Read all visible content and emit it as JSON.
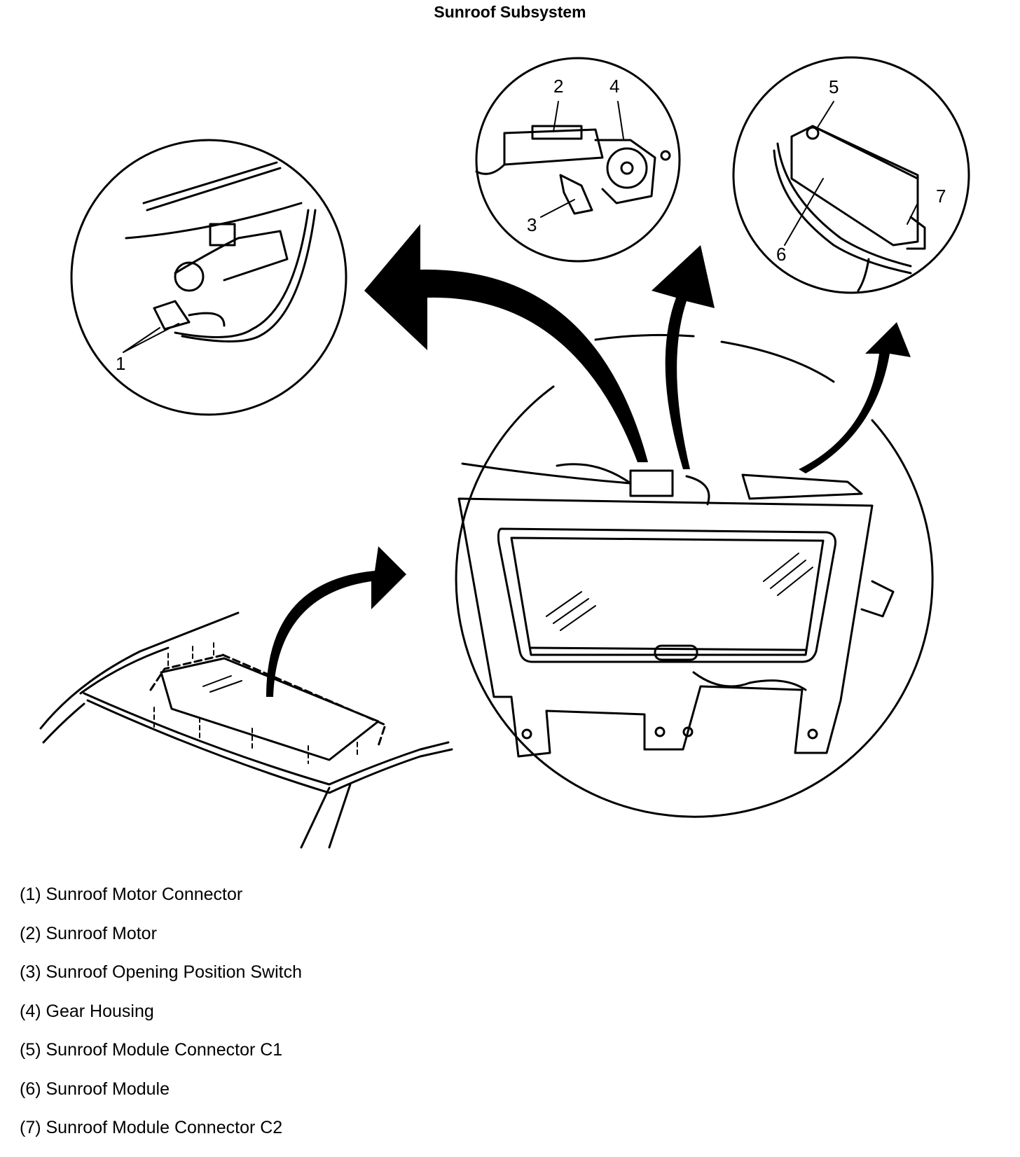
{
  "title": "Sunroof Subsystem",
  "callouts": [
    "1",
    "2",
    "3",
    "4",
    "5",
    "6",
    "7"
  ],
  "legend": [
    "(1) Sunroof Motor Connector",
    "(2) Sunroof Motor",
    "(3) Sunroof Opening Position Switch",
    "(4) Gear Housing",
    "(5) Sunroof Module Connector C1",
    "(6) Sunroof Module",
    "(7) Sunroof Module Connector C2"
  ]
}
